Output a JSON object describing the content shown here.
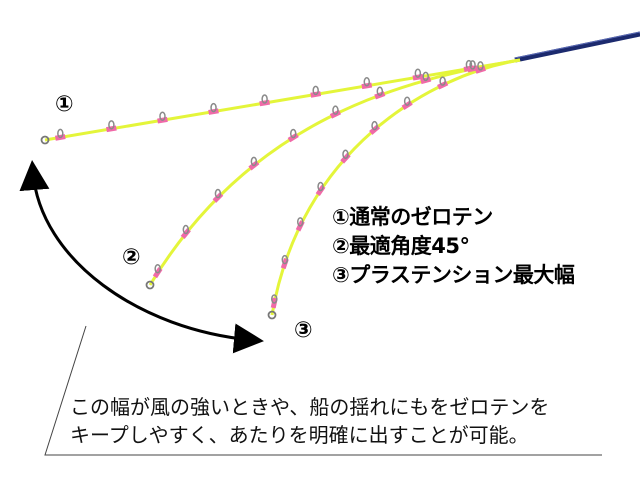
{
  "labels": {
    "rod1": "①",
    "rod2": "②",
    "rod3": "③"
  },
  "legend": [
    "①通常のゼロテン",
    "②最適角度45°",
    "③プラステンション最大幅"
  ],
  "caption": [
    "この幅が風の強いときや、船の揺れにもをゼロテンを",
    "キープしやすく、あたりを明確に出すことが可能。"
  ],
  "colors": {
    "rod": "#e4f53a",
    "wrap": "#f06aa8",
    "butt": "#1c2a6e",
    "guide": "#8a8a8a",
    "arrow": "#000000"
  }
}
